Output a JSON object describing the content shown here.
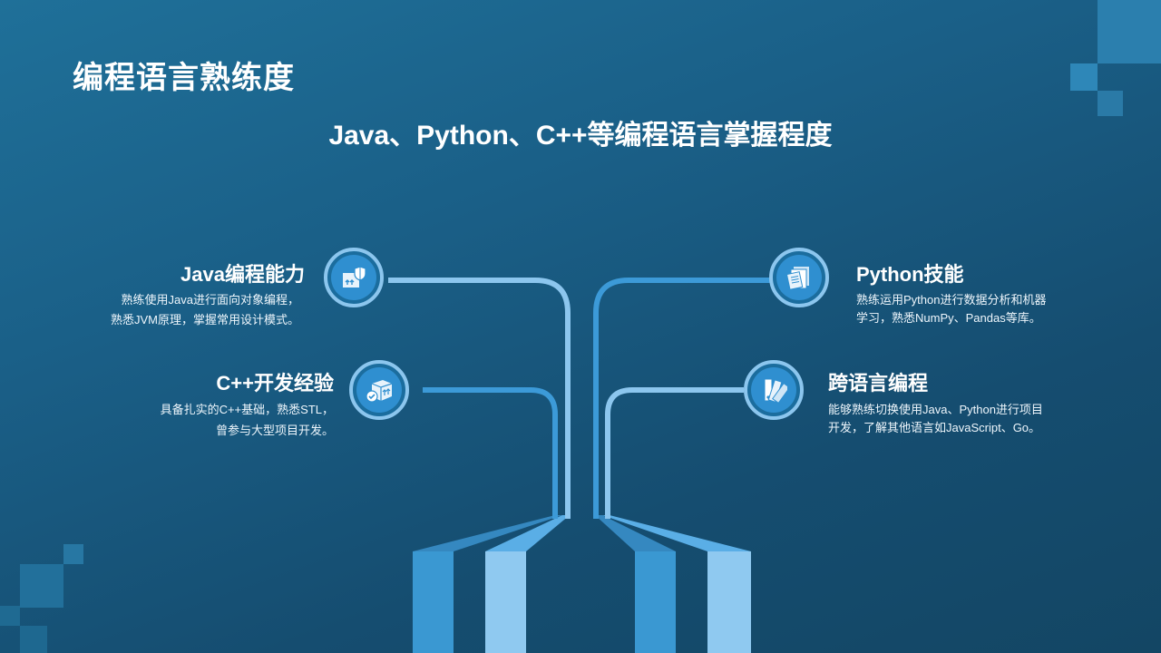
{
  "slide": {
    "title": "编程语言熟练度",
    "subtitle": "Java、Python、C++等编程语言掌握程度"
  },
  "items": [
    {
      "id": "java",
      "title": "Java编程能力",
      "desc_line1": "熟练使用Java进行面向对象编程，",
      "desc_line2": "熟悉JVM原理，掌握常用设计模式。",
      "icon": "box-shield-icon"
    },
    {
      "id": "cpp",
      "title": "C++开发经验",
      "desc_line1": "具备扎实的C++基础，熟悉STL，",
      "desc_line2": "曾参与大型项目开发。",
      "icon": "package-check-icon"
    },
    {
      "id": "python",
      "title": "Python技能",
      "desc_line1": "熟练运用Python进行数据分析和机器",
      "desc_line2": "学习，熟悉NumPy、Pandas等库。",
      "icon": "document-stack-icon"
    },
    {
      "id": "cross",
      "title": "跨语言编程",
      "desc_line1": "能够熟练切换使用Java、Python进行项目",
      "desc_line2": "开发，了解其他语言如JavaScript、Go。",
      "icon": "swatch-fan-icon"
    }
  ],
  "colors": {
    "line_light": "#8cc6ee",
    "line_mid": "#3c9ad8",
    "bar_dark": "#3a98d2",
    "bar_light": "#8fc9f0"
  }
}
